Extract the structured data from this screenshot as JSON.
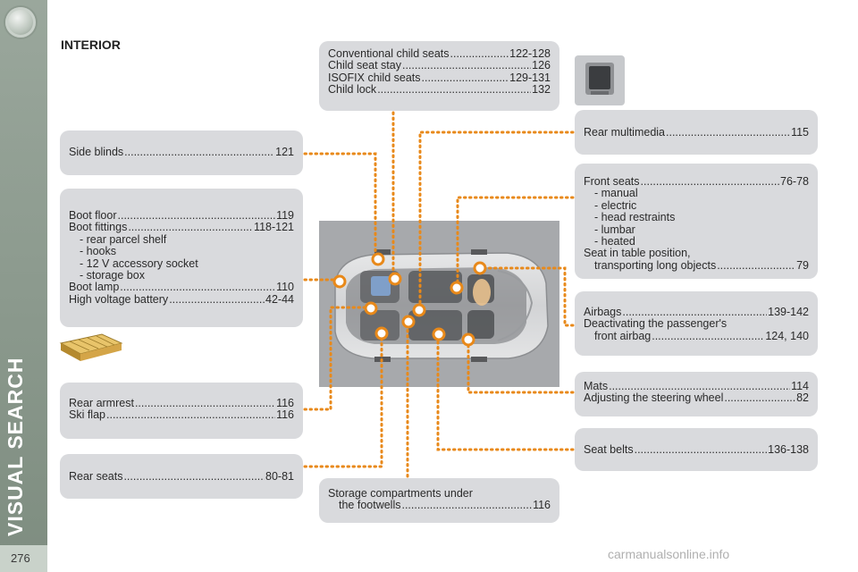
{
  "sidebar": {
    "title": "VISUAL SEARCH",
    "page": "276"
  },
  "section_title": "INTERIOR",
  "boxes": {
    "child_seats": [
      {
        "label": "Conventional child seats",
        "page": "122-128"
      },
      {
        "label": "Child seat stay",
        "page": "126"
      },
      {
        "label": "ISOFIX child seats",
        "page": "129-131"
      },
      {
        "label": "Child lock",
        "page": "132"
      }
    ],
    "side_blinds": {
      "label": "Side blinds",
      "page": "121"
    },
    "boot": {
      "boot_floor": {
        "label": "Boot floor",
        "page": "119"
      },
      "boot_fittings": {
        "label": "Boot fittings",
        "page": "118-121"
      },
      "fittings_items": [
        "- rear parcel shelf",
        "- hooks",
        "- 12 V accessory socket",
        "- storage box"
      ],
      "boot_lamp": {
        "label": "Boot lamp",
        "page": "110"
      },
      "battery": {
        "label": "High voltage battery",
        "page": "42-44"
      }
    },
    "rear_armrest": [
      {
        "label": "Rear armrest",
        "page": "116"
      },
      {
        "label": "Ski flap",
        "page": "116"
      }
    ],
    "rear_seats": {
      "label": "Rear seats",
      "page": "80-81"
    },
    "storage": {
      "line1": "Storage compartments under",
      "line2": "the footwells",
      "page": "116"
    },
    "rear_multimedia": {
      "label": "Rear multimedia",
      "page": "115"
    },
    "front_seats": {
      "title": {
        "label": "Front seats",
        "page": "76-78"
      },
      "items": [
        "- manual",
        "- electric",
        "- head restraints",
        "- lumbar",
        "- heated"
      ],
      "table_line1": "Seat in table position,",
      "table_line2": {
        "label": "transporting long objects",
        "page": "79"
      }
    },
    "airbags": {
      "airbags": {
        "label": "Airbags",
        "page": "139-142"
      },
      "deactivating_line1": "Deactivating the passenger's",
      "deactivating_line2": {
        "label": "front airbag",
        "page": "124, 140"
      }
    },
    "mats": [
      {
        "label": "Mats",
        "page": "114"
      },
      {
        "label": "Adjusting the steering wheel",
        "page": "82"
      }
    ],
    "seat_belts": {
      "label": "Seat belts",
      "page": "136-138"
    }
  },
  "footer": {
    "watermark": "carmanualsonline.info"
  },
  "colors": {
    "accent_orange": "#e8891a",
    "box_grey": "#d9dadd",
    "sidebar_green": "#8e9c90"
  }
}
